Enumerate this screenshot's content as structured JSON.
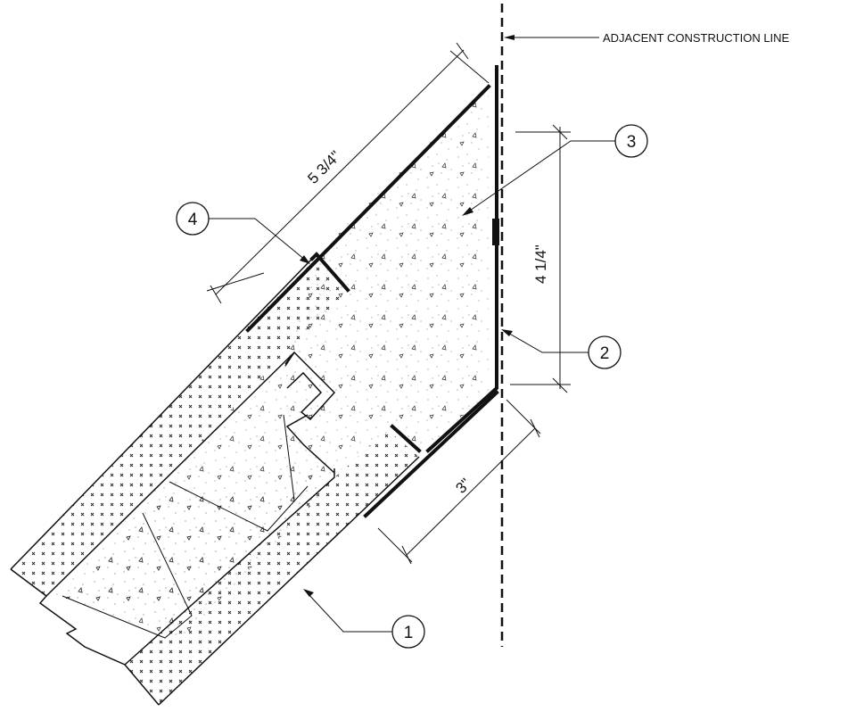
{
  "note": {
    "adjacent_line": "ADJACENT CONSTRUCTION LINE"
  },
  "callouts": [
    "1",
    "2",
    "3",
    "4"
  ],
  "dimensions": {
    "top": "5 3/4\"",
    "right": "4 1/4\"",
    "bottom": "3\""
  }
}
